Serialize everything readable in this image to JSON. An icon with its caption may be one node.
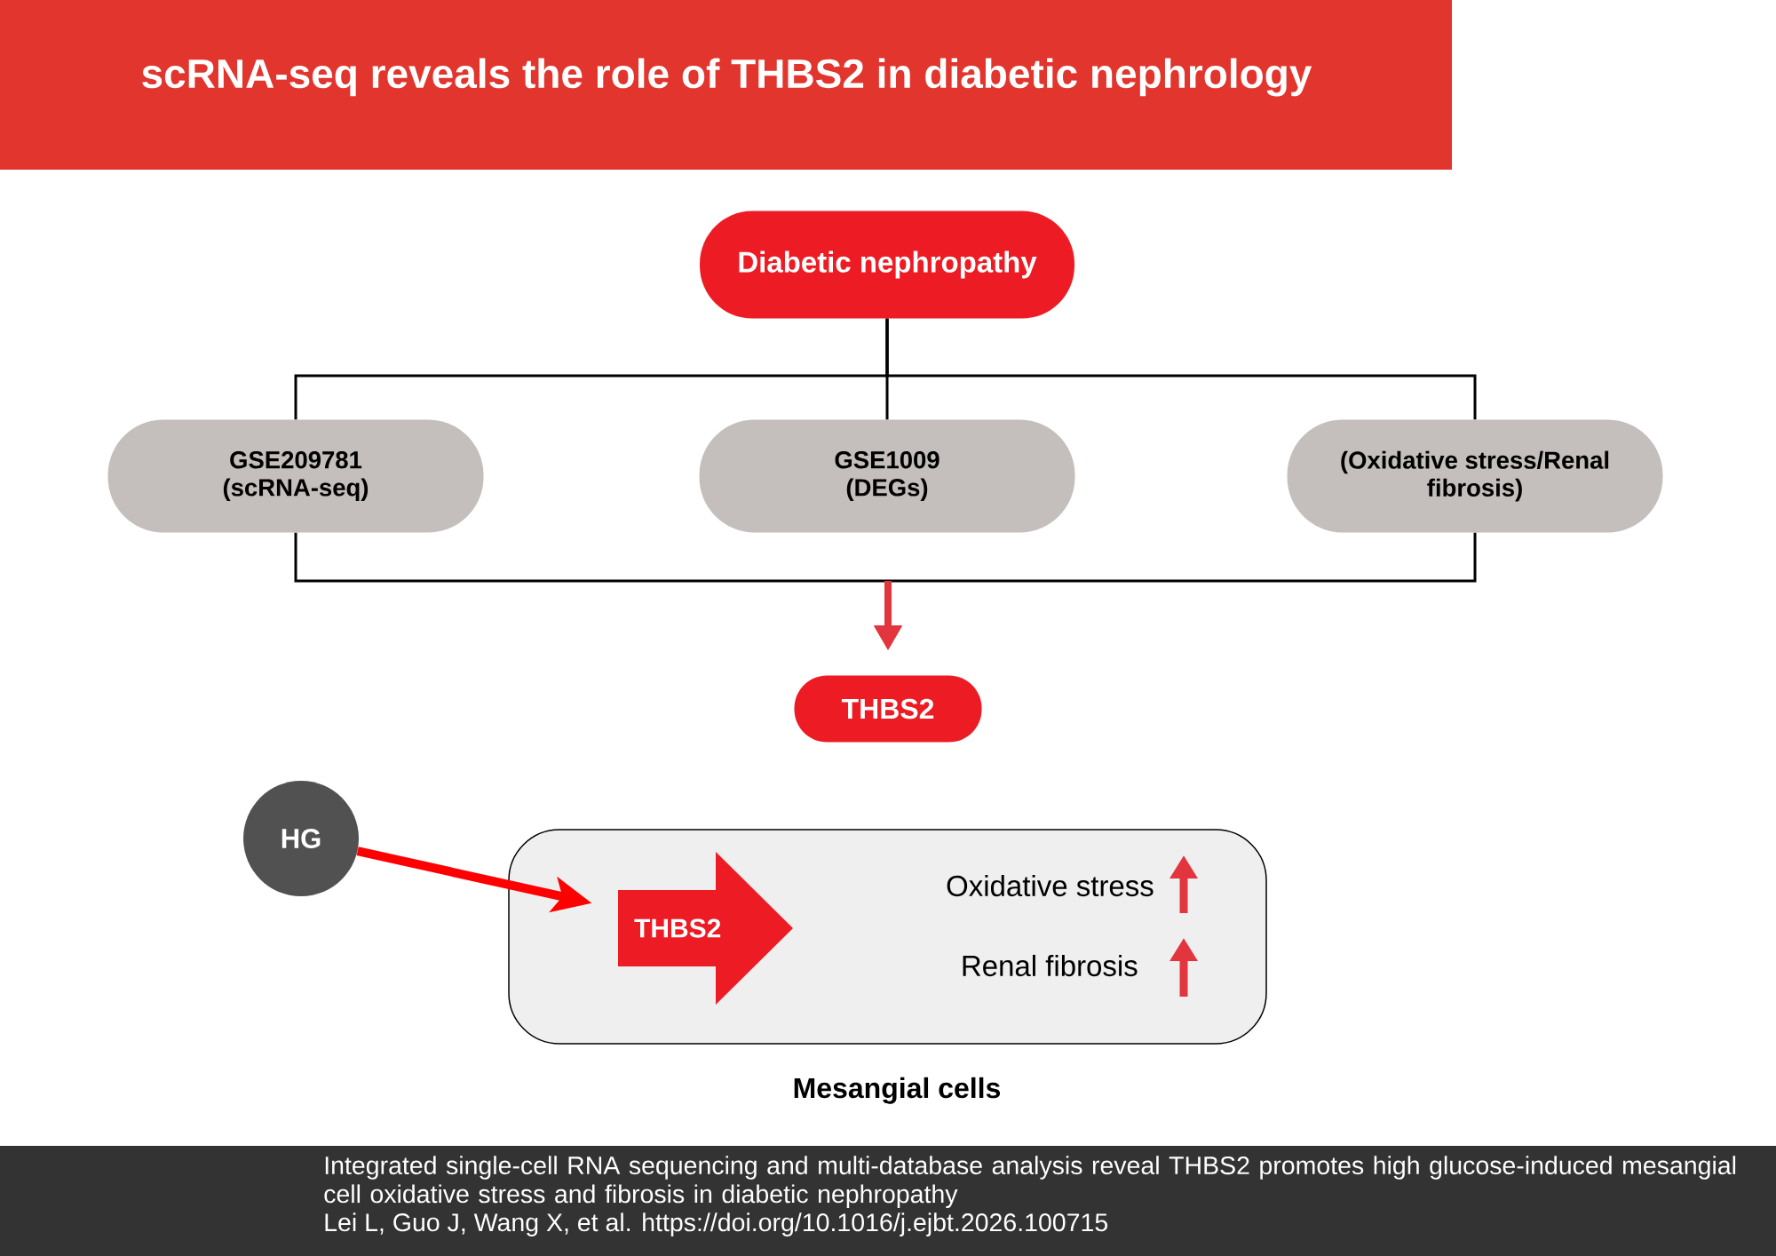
{
  "diagram": {
    "title": "scRNA-seq reveals the role of THBS2 in diabetic nephrology",
    "nodes": [
      {
        "text": [
          "Diabetic nephropathy"
        ]
      },
      {
        "text": [
          "GSE209781 (scRNA-seq)"
        ]
      },
      {
        "text": [
          "GSE1009 (DEGs)"
        ]
      },
      {
        "text": [
          "(Oxidative stress/Renal fibrosis)"
        ]
      },
      {
        "text": [
          "THBS2"
        ]
      },
      {
        "text": [
          "HG"
        ]
      },
      {
        "text": [
          "Mesangial cells"
        ]
      },
      {
        "text": [
          "THBS2"
        ],
        "in": 6
      }
    ],
    "edges": [
      {
        "from": 0,
        "to": 1,
        "arrow": "none"
      },
      {
        "from": 0,
        "to": 2,
        "arrow": "none"
      },
      {
        "from": 0,
        "to": 3,
        "arrow": "none"
      },
      {
        "from": 1,
        "to": 4,
        "arrow": "to"
      },
      {
        "from": 3,
        "to": 4,
        "arrow": "to"
      },
      {
        "from": 5,
        "to": 7,
        "arrow": "to",
        "style": "thick",
        "color": "#ff0000"
      }
    ],
    "labels": [
      "Oxidative stress",
      "Renal fibrosis",
      "Integrated single-cell RNA sequencing and multi-database analysis reveal THBS2 promotes high glucose-induced mesangial cell oxidative stress and fibrosis in diabetic nephropathy",
      "Lei L, Guo J, Wang X, et al. https://doi.org/10.1016/j.ejbt.2026.100715"
    ]
  }
}
